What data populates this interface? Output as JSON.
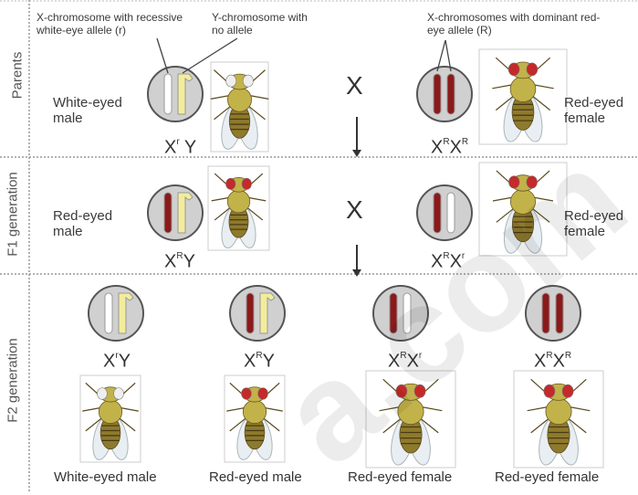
{
  "rows": {
    "parents": "Parents",
    "f1": "F1 generation",
    "f2": "F2 generation"
  },
  "callouts": {
    "x_recessive": "X-chromosome with recessive white-eye allele (r)",
    "y_no_allele": "Y-chromosome with no allele",
    "x_dominant": "X-chromosomes with dominant red-eye allele (R)"
  },
  "parents": {
    "male_label": "White-eyed male",
    "male_geno": {
      "base1": "X",
      "sup1": "r",
      "base2": "Y",
      "sup2": ""
    },
    "cross": "X",
    "female_geno": {
      "base1": "X",
      "sup1": "R",
      "base2": "X",
      "sup2": "R"
    },
    "female_label": "Red-eyed female"
  },
  "f1": {
    "male_label": "Red-eyed male",
    "male_geno": {
      "base1": "X",
      "sup1": "R",
      "base2": "Y",
      "sup2": ""
    },
    "cross": "X",
    "female_geno": {
      "base1": "X",
      "sup1": "R",
      "base2": "X",
      "sup2": "r"
    },
    "female_label": "Red-eyed female"
  },
  "f2": [
    {
      "geno": {
        "base1": "X",
        "sup1": "r",
        "base2": "Y",
        "sup2": ""
      },
      "label": "White-eyed male"
    },
    {
      "geno": {
        "base1": "X",
        "sup1": "R",
        "base2": "Y",
        "sup2": ""
      },
      "label": "Red-eyed male"
    },
    {
      "geno": {
        "base1": "X",
        "sup1": "R",
        "base2": "X",
        "sup2": "r"
      },
      "label": "Red-eyed female"
    },
    {
      "geno": {
        "base1": "X",
        "sup1": "R",
        "base2": "X",
        "sup2": "R"
      },
      "label": "Red-eyed female"
    }
  ],
  "watermark": "a.com",
  "colors": {
    "red_chromosome": "#8b1a1a",
    "white_chromosome": "#ffffff",
    "yellow_chromosome": "#f3ec9c",
    "circle_fill": "#d0d0d0",
    "fly_body": "#c2b24a",
    "fly_eye_red": "#c42a2a",
    "fly_eye_white": "#eeeeee"
  }
}
